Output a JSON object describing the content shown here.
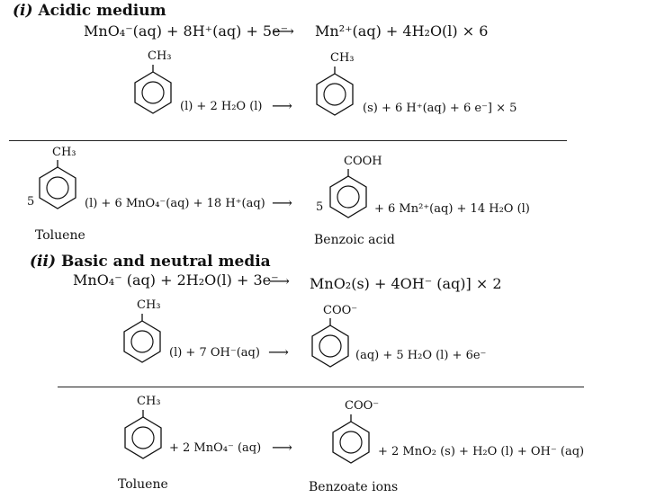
{
  "acidic": {
    "heading_num": "(i)",
    "heading_text": "Acidic medium",
    "eq1_left": "MnO₄⁻(aq) + 8H⁺(aq) + 5e⁻",
    "eq1_right": "Mn²⁺(aq) + 4H₂O(l) × 6",
    "eq2_sub": "CH₃",
    "eq2_mid": "(l) + 2 H₂O (l)",
    "eq2_prod_sub": "CH₃",
    "eq2_right": "(s) + 6 H⁺(aq) + 6 e⁻] × 5",
    "net_coef": "5",
    "net_sub": "CH₃",
    "net_mid": "(l) + 6 MnO₄⁻(aq) + 18 H⁺(aq)",
    "net_prod_coef": "5",
    "net_prod_sub": "COOH",
    "net_right": "+ 6 Mn²⁺(aq) + 14 H₂O (l)",
    "label_reactant": "Toluene",
    "label_product": "Benzoic acid"
  },
  "basic": {
    "heading_num": "(ii)",
    "heading_text": "Basic and neutral media",
    "eq1_left": "MnO₄⁻ (aq) + 2H₂O(l) + 3e⁻",
    "eq1_right": "MnO₂(s) + 4OH⁻ (aq)] × 2",
    "eq2_sub": "CH₃",
    "eq2_mid": "(l) + 7 OH⁻(aq)",
    "eq2_prod_sub": "COO⁻",
    "eq2_right": "(aq) + 5 H₂O (l) + 6e⁻",
    "net_sub": "CH₃",
    "net_mid": "+ 2 MnO₄⁻ (aq)",
    "net_prod_sub": "COO⁻",
    "net_right": "+ 2 MnO₂ (s) + H₂O (l) + OH⁻ (aq)",
    "label_reactant": "Toluene",
    "label_product": "Benzoate ions"
  },
  "arrow": "⟶"
}
